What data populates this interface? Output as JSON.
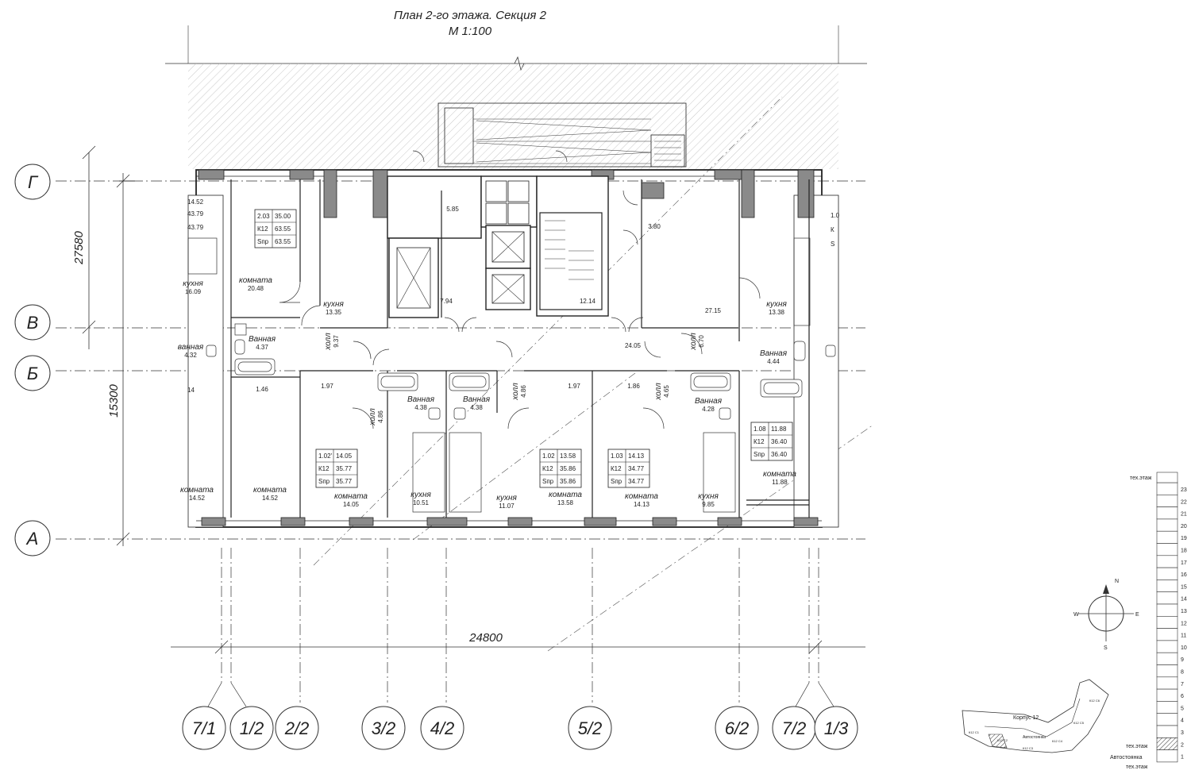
{
  "title": {
    "line1": "План 2-го этажа. Секция 2",
    "line2": "М 1:100"
  },
  "axes": {
    "rows": [
      "Г",
      "В",
      "Б",
      "А"
    ],
    "columns": [
      "7/1",
      "1/2",
      "2/2",
      "3/2",
      "4/2",
      "5/2",
      "6/2",
      "7/2",
      "1/3"
    ]
  },
  "dimensions": {
    "width": "24800",
    "height_total": "27580",
    "height_partial": "15300"
  },
  "rooms": [
    {
      "name": "кухня",
      "area": "16.09"
    },
    {
      "name": "комната",
      "area": "20.48"
    },
    {
      "name": "кухня",
      "area": "13.35"
    },
    {
      "name": "ванная",
      "area": "4.32"
    },
    {
      "name": "Ванная",
      "area": "4.37"
    },
    {
      "name": "холл",
      "area": "9.37"
    },
    {
      "name": "",
      "area": "5.85"
    },
    {
      "name": "",
      "area": "7.94"
    },
    {
      "name": "",
      "area": "12.14"
    },
    {
      "name": "",
      "area": "3.80"
    },
    {
      "name": "",
      "area": "27.15"
    },
    {
      "name": "",
      "area": "24.05"
    },
    {
      "name": "холл",
      "area": "6.70"
    },
    {
      "name": "кухня",
      "area": "13.38"
    },
    {
      "name": "Ванная",
      "area": "4.44"
    },
    {
      "name": "",
      "area": "1.46"
    },
    {
      "name": "",
      "area": "1.97"
    },
    {
      "name": "холл",
      "area": "4.86"
    },
    {
      "name": "Ванная",
      "area": "4.38"
    },
    {
      "name": "Ванная",
      "area": "4.38"
    },
    {
      "name": "холл",
      "area": "4.86"
    },
    {
      "name": "",
      "area": "1.97"
    },
    {
      "name": "",
      "area": "1.86"
    },
    {
      "name": "холл",
      "area": "4.65"
    },
    {
      "name": "Ванная",
      "area": "4.28"
    },
    {
      "name": "комната",
      "area": "14.52"
    },
    {
      "name": "комната",
      "area": "14.52"
    },
    {
      "name": "комната",
      "area": "14.05"
    },
    {
      "name": "кухня",
      "area": "10.51"
    },
    {
      "name": "кухня",
      "area": "11.07"
    },
    {
      "name": "комната",
      "area": "13.58"
    },
    {
      "name": "комната",
      "area": "14.13"
    },
    {
      "name": "кухня",
      "area": "9.85"
    },
    {
      "name": "комната",
      "area": "11.88"
    }
  ],
  "partial_values": [
    "14.52",
    "43.79",
    "43.79",
    "14",
    "1.0",
    "К",
    "S"
  ],
  "apartments": [
    {
      "rows": [
        [
          "2.03",
          "35.00"
        ],
        [
          "К12",
          "63.55"
        ],
        [
          "Sпр",
          "63.55"
        ]
      ]
    },
    {
      "rows": [
        [
          "1.02'",
          "14.05"
        ],
        [
          "К12",
          "35.77"
        ],
        [
          "Sпр",
          "35.77"
        ]
      ]
    },
    {
      "rows": [
        [
          "1.02",
          "13.58"
        ],
        [
          "К12",
          "35.86"
        ],
        [
          "Sпр",
          "35.86"
        ]
      ]
    },
    {
      "rows": [
        [
          "1.03",
          "14.13"
        ],
        [
          "К12",
          "34.77"
        ],
        [
          "Sпр",
          "34.77"
        ]
      ]
    },
    {
      "rows": [
        [
          "1.08",
          "11.88"
        ],
        [
          "К12",
          "36.40"
        ],
        [
          "Sпр",
          "36.40"
        ]
      ]
    }
  ],
  "compass": {
    "n": "N",
    "s": "S",
    "e": "E",
    "w": "W"
  },
  "floors": {
    "top_label": "тех.этаж",
    "numbers": [
      "23",
      "22",
      "21",
      "20",
      "19",
      "18",
      "17",
      "16",
      "15",
      "14",
      "13",
      "12",
      "11",
      "10",
      "9",
      "8",
      "7",
      "6",
      "5",
      "4",
      "3",
      "2",
      "1"
    ],
    "bottom_label1": "тех.этаж",
    "bottom_label2": "Автостоянка",
    "bottom_label3": "тех.этаж",
    "highlight": "2"
  },
  "site_map": {
    "building": "Корпус 12",
    "parking": "Автостоянка",
    "section_labels": [
      "К12 С1",
      "К12 С2",
      "К12 С3",
      "К12 С4",
      "К12 С5",
      "К12 С6"
    ]
  }
}
